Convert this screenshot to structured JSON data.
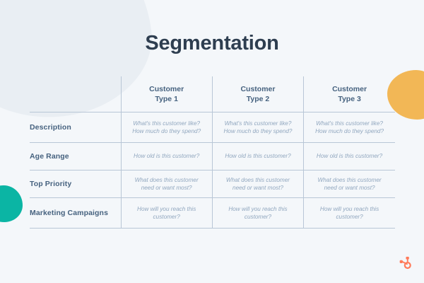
{
  "page": {
    "title": "Segmentation",
    "background_color": "#f4f7fa",
    "title_color": "#2e3e50"
  },
  "decor": {
    "blob_topleft_color": "#e9eef3",
    "blob_teal_color": "#0bb5a4",
    "blob_amber_color": "#f2b756"
  },
  "table": {
    "corner_label": "",
    "columns": [
      {
        "line1": "Customer",
        "line2": "Type 1"
      },
      {
        "line1": "Customer",
        "line2": "Type 2"
      },
      {
        "line1": "Customer",
        "line2": "Type 3"
      }
    ],
    "rows": [
      {
        "label": "Description",
        "prompt": [
          "What's this customer like?",
          "How much do they spend?"
        ]
      },
      {
        "label": "Age Range",
        "prompt": [
          "How old is this customer?"
        ]
      },
      {
        "label": "Top Priority",
        "prompt": [
          "What does this customer",
          "need or want most?"
        ]
      },
      {
        "label": "Marketing Campaigns",
        "prompt": [
          "How will you reach this",
          "customer?"
        ]
      }
    ],
    "border_color": "#b8c6d6",
    "header_text_color": "#46627f",
    "prompt_text_color": "#91a7bf"
  },
  "logo": {
    "name": "hubspot-sprocket-logo",
    "color": "#ff7a59"
  }
}
